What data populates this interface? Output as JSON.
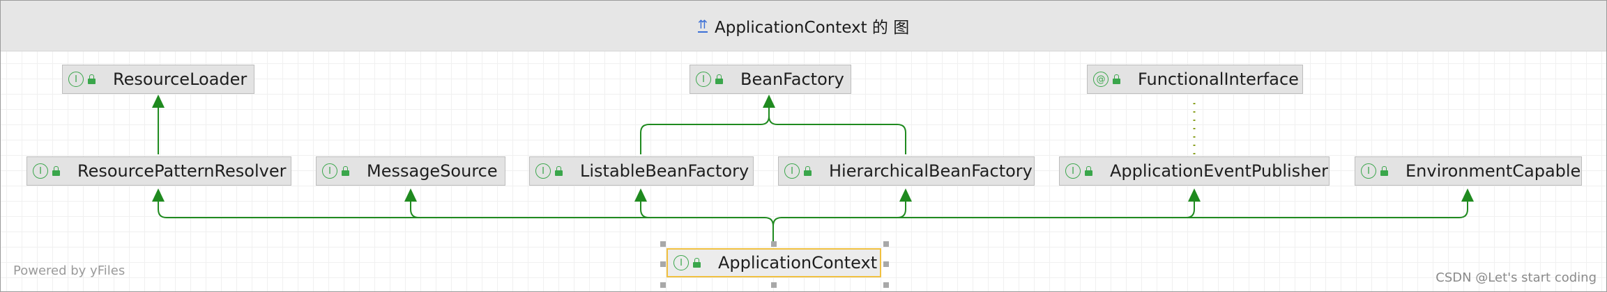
{
  "title": {
    "icon": "diagram-icon",
    "text": "ApplicationContext 的 图"
  },
  "nodes": {
    "resource_loader": {
      "label": "ResourceLoader",
      "badge": "I",
      "kind": "interface"
    },
    "bean_factory": {
      "label": "BeanFactory",
      "badge": "I",
      "kind": "interface"
    },
    "functional_interface": {
      "label": "FunctionalInterface",
      "badge": "@",
      "kind": "annotation"
    },
    "resource_pattern_resolver": {
      "label": "ResourcePatternResolver",
      "badge": "I",
      "kind": "interface"
    },
    "message_source": {
      "label": "MessageSource",
      "badge": "I",
      "kind": "interface"
    },
    "listable_bean_factory": {
      "label": "ListableBeanFactory",
      "badge": "I",
      "kind": "interface"
    },
    "hierarchical_bean_factory": {
      "label": "HierarchicalBeanFactory",
      "badge": "I",
      "kind": "interface"
    },
    "application_event_publisher": {
      "label": "ApplicationEventPublisher",
      "badge": "I",
      "kind": "interface"
    },
    "environment_capable": {
      "label": "EnvironmentCapable",
      "badge": "I",
      "kind": "interface"
    },
    "application_context": {
      "label": "ApplicationContext",
      "badge": "I",
      "kind": "interface",
      "selected": true
    }
  },
  "edges": [
    {
      "from": "resource_pattern_resolver",
      "to": "resource_loader",
      "type": "extends"
    },
    {
      "from": "listable_bean_factory",
      "to": "bean_factory",
      "type": "extends"
    },
    {
      "from": "hierarchical_bean_factory",
      "to": "bean_factory",
      "type": "extends"
    },
    {
      "from": "application_event_publisher",
      "to": "functional_interface",
      "type": "annotated"
    },
    {
      "from": "application_context",
      "to": "resource_pattern_resolver",
      "type": "extends"
    },
    {
      "from": "application_context",
      "to": "message_source",
      "type": "extends"
    },
    {
      "from": "application_context",
      "to": "listable_bean_factory",
      "type": "extends"
    },
    {
      "from": "application_context",
      "to": "hierarchical_bean_factory",
      "type": "extends"
    },
    {
      "from": "application_context",
      "to": "application_event_publisher",
      "type": "extends"
    },
    {
      "from": "application_context",
      "to": "environment_capable",
      "type": "extends"
    }
  ],
  "colors": {
    "edge": "#1f8a1f",
    "annotation_edge": "#8aa020",
    "badge": "#3aa64b",
    "selection": "#f0c040"
  },
  "footer": {
    "powered_by": "Powered by yFiles",
    "watermark": "CSDN @Let's start coding"
  }
}
